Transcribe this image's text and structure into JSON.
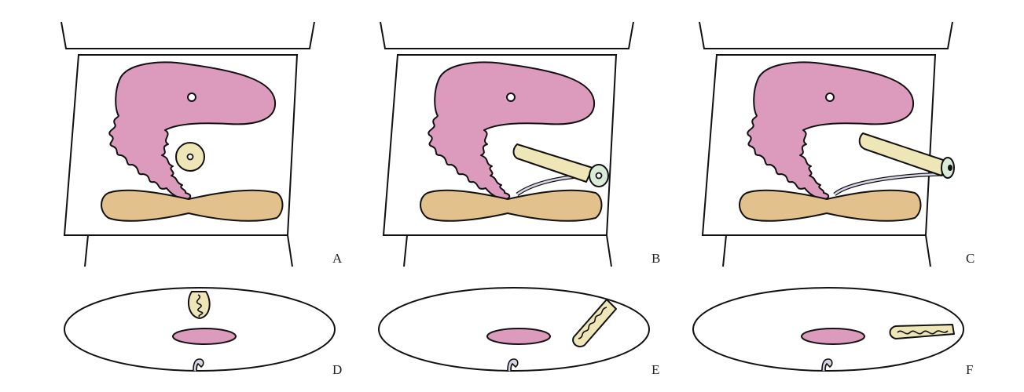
{
  "panels": [
    {
      "letter": "A"
    },
    {
      "letter": "B"
    },
    {
      "letter": "C"
    },
    {
      "letter": "D"
    },
    {
      "letter": "E"
    },
    {
      "letter": "F"
    }
  ],
  "colors": {
    "stomach": "#dc9bbd",
    "appendix": "#efe6b8",
    "appendix_cap": "#d9ecda",
    "colon": "#e2c18c",
    "ligament": "#d8d4e8",
    "outline": "#111111",
    "background": "#ffffff"
  }
}
